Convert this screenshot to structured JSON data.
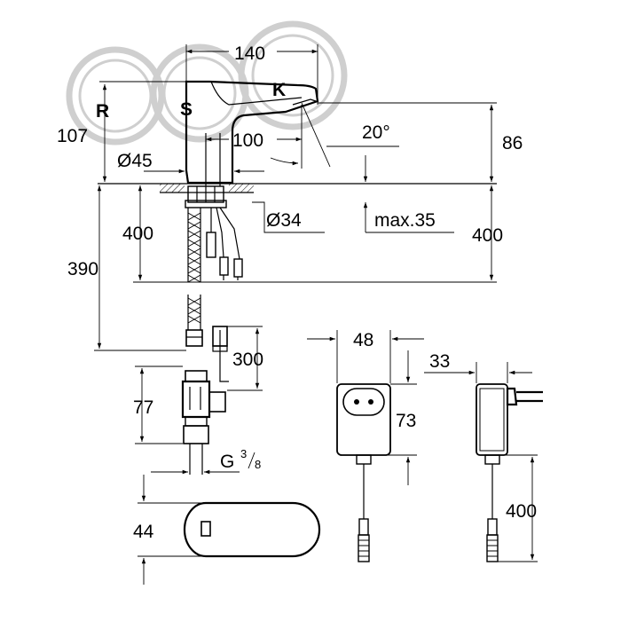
{
  "watermark": {
    "letters": [
      "R",
      "S",
      "K"
    ],
    "color": "#cfcfcf"
  },
  "dimensions": {
    "top_width": "140",
    "height_left": "107",
    "spout_reach": "100",
    "spout_angle": "20°",
    "height_right": "86",
    "base_diameter": "Ø45",
    "hole_diameter": "Ø34",
    "max_thickness": "max.35",
    "hose_left": "400",
    "hose_right": "400",
    "overall_left": "390",
    "cable_length": "300",
    "valve_height": "77",
    "thread_prefix": "G",
    "thread_num": "3",
    "thread_den": "8",
    "sensor_height": "44",
    "adapter_depth": "48",
    "adapter_height": "73",
    "plug_width": "33",
    "adapter_cable": "400"
  },
  "icons": [
    "faucet-icon",
    "valve-icon",
    "sensor-window-icon",
    "power-adapter-icon",
    "plug-icon"
  ]
}
